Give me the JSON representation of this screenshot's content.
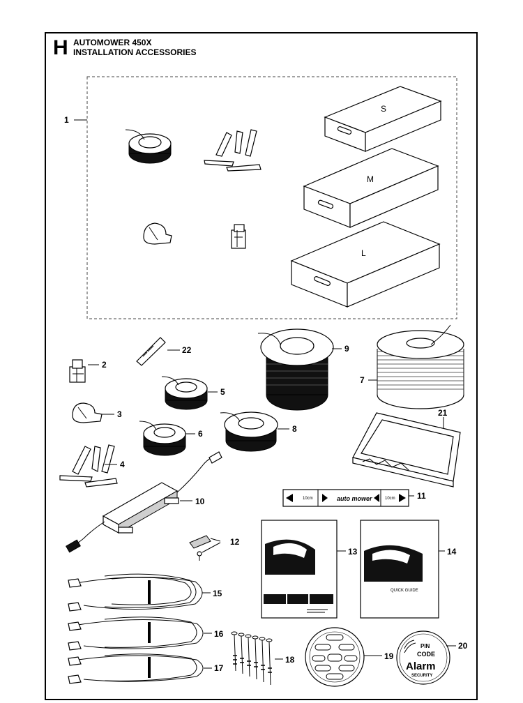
{
  "header": {
    "section_letter": "H",
    "title_line1": "AUTOMOWER 450X",
    "title_line2": "INSTALLATION ACCESSORIES"
  },
  "callouts": {
    "c1": "1",
    "c2": "2",
    "c3": "3",
    "c4": "4",
    "c5": "5",
    "c6": "6",
    "c7": "7",
    "c8": "8",
    "c9": "9",
    "c10": "10",
    "c11": "11",
    "c12": "12",
    "c13": "13",
    "c14": "14",
    "c15": "15",
    "c16": "16",
    "c17": "17",
    "c18": "18",
    "c19": "19",
    "c20": "20",
    "c21": "21",
    "c22": "22"
  },
  "kit_sizes": {
    "s": "S",
    "m": "M",
    "l": "L"
  },
  "ruler_gauge": {
    "brand": "auto mower"
  },
  "booklet_quick_guide": {
    "caption": "QUICK GUIDE"
  },
  "sticker": {
    "line1": "PIN",
    "line2": "CODE",
    "line3": "Alarm",
    "line4": "SECURITY"
  }
}
